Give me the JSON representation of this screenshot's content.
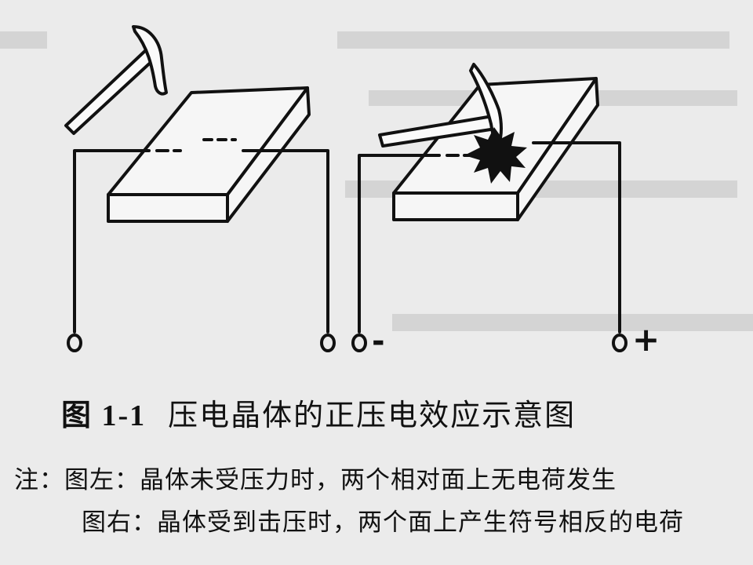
{
  "figure": {
    "number": "图 1-1",
    "title": "压电晶体的正压电效应示意图"
  },
  "notes": {
    "line1": "注：图左：晶体未受压力时，两个相对面上无电荷发生",
    "line2": "图右：晶体受到击压时，两个面上产生符号相反的电荷"
  },
  "terminals": {
    "negative": "-",
    "positive": "+"
  },
  "colors": {
    "paper": "#ebebeb",
    "ink": "#111111"
  },
  "icons": [
    "hammer-icon",
    "impact-burst-icon",
    "terminal-icon"
  ]
}
